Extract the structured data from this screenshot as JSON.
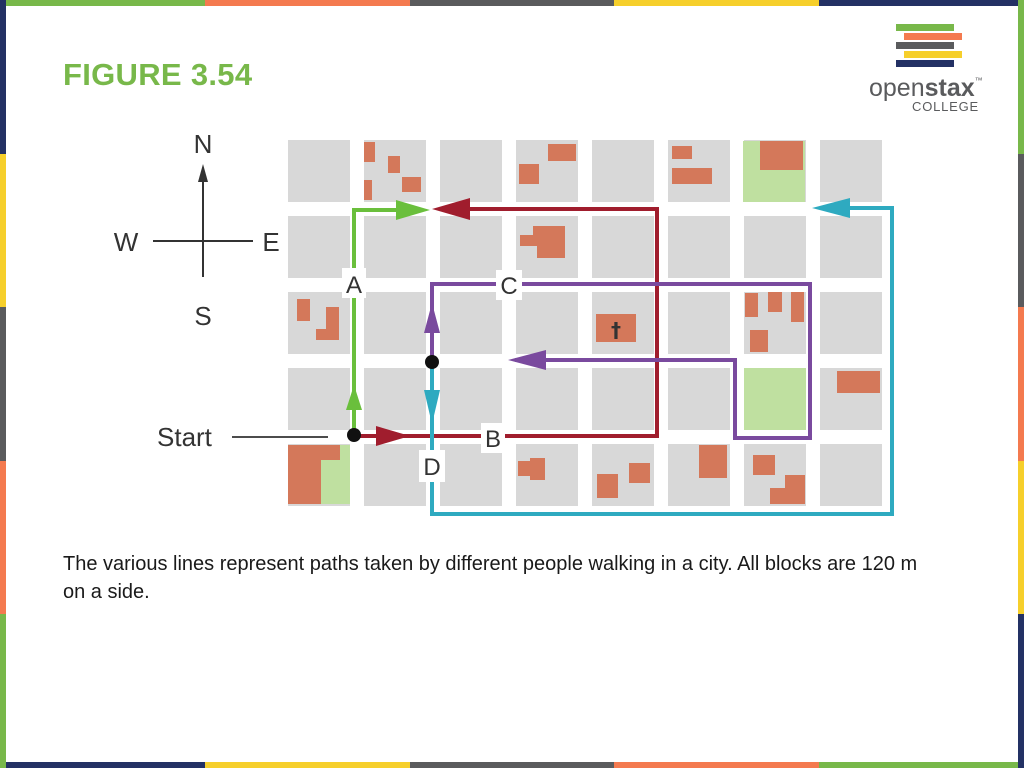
{
  "slide": {
    "title": "FIGURE 3.54",
    "caption": "The various lines represent paths taken by different people walking in a city. All blocks are 120 m on a side."
  },
  "logo": {
    "word_light": "open",
    "word_bold": "stax",
    "trademark": "™",
    "sub": "COLLEGE",
    "bar_colors": [
      "#78b84a",
      "#f47a4f",
      "#5a5b5d",
      "#f6cf2b",
      "#233164"
    ]
  },
  "compass": {
    "north": "N",
    "south": "S",
    "east": "E",
    "west": "W"
  },
  "map": {
    "start_label": "Start",
    "paths": [
      {
        "label": "A",
        "color": "#6abf3c"
      },
      {
        "label": "B",
        "color": "#a01d2d"
      },
      {
        "label": "C",
        "color": "#7a4a9e"
      },
      {
        "label": "D",
        "color": "#2eaac0"
      }
    ],
    "church_symbol": "†"
  },
  "colors": {
    "block": "#d8d8d8",
    "building": "#d4785a",
    "park": "#bfe0a0",
    "title_green": "#78b84a"
  },
  "frame_colors": [
    "#233164",
    "#f47a4f",
    "#5a5b5d",
    "#f6cf2b",
    "#78b84a"
  ]
}
